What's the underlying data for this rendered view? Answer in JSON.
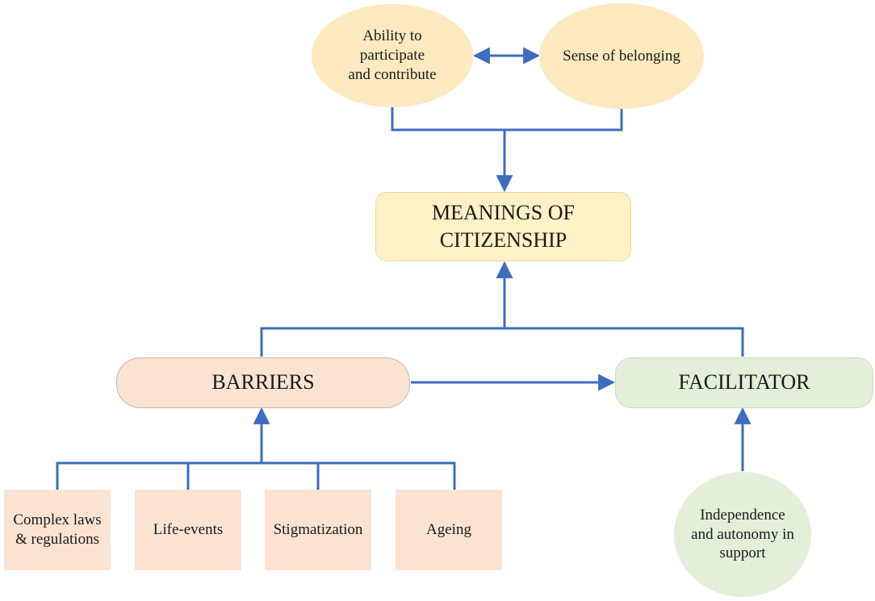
{
  "nodes": {
    "participate": {
      "label": "Ability to\nparticipate\nand contribute"
    },
    "belonging": {
      "label": "Sense of belonging"
    },
    "meanings": {
      "label": "MEANINGS OF\nCITIZENSHIP"
    },
    "barriers": {
      "label": "BARRIERS"
    },
    "facilitator": {
      "label": "FACILITATOR"
    },
    "barrier_items": [
      {
        "label": "Complex laws\n& regulations"
      },
      {
        "label": "Life-events"
      },
      {
        "label": "Stigmatization"
      },
      {
        "label": "Ageing"
      }
    ],
    "independence": {
      "label": "Independence\nand autonomy in\nsupport"
    }
  },
  "colors": {
    "connector": "#3d6cc0",
    "ellipse_fill": "#fde9c0",
    "main_box_fill": "#fff1c6",
    "barrier_fill": "#fbe3d1",
    "facilitator_fill": "#e3efd9"
  }
}
